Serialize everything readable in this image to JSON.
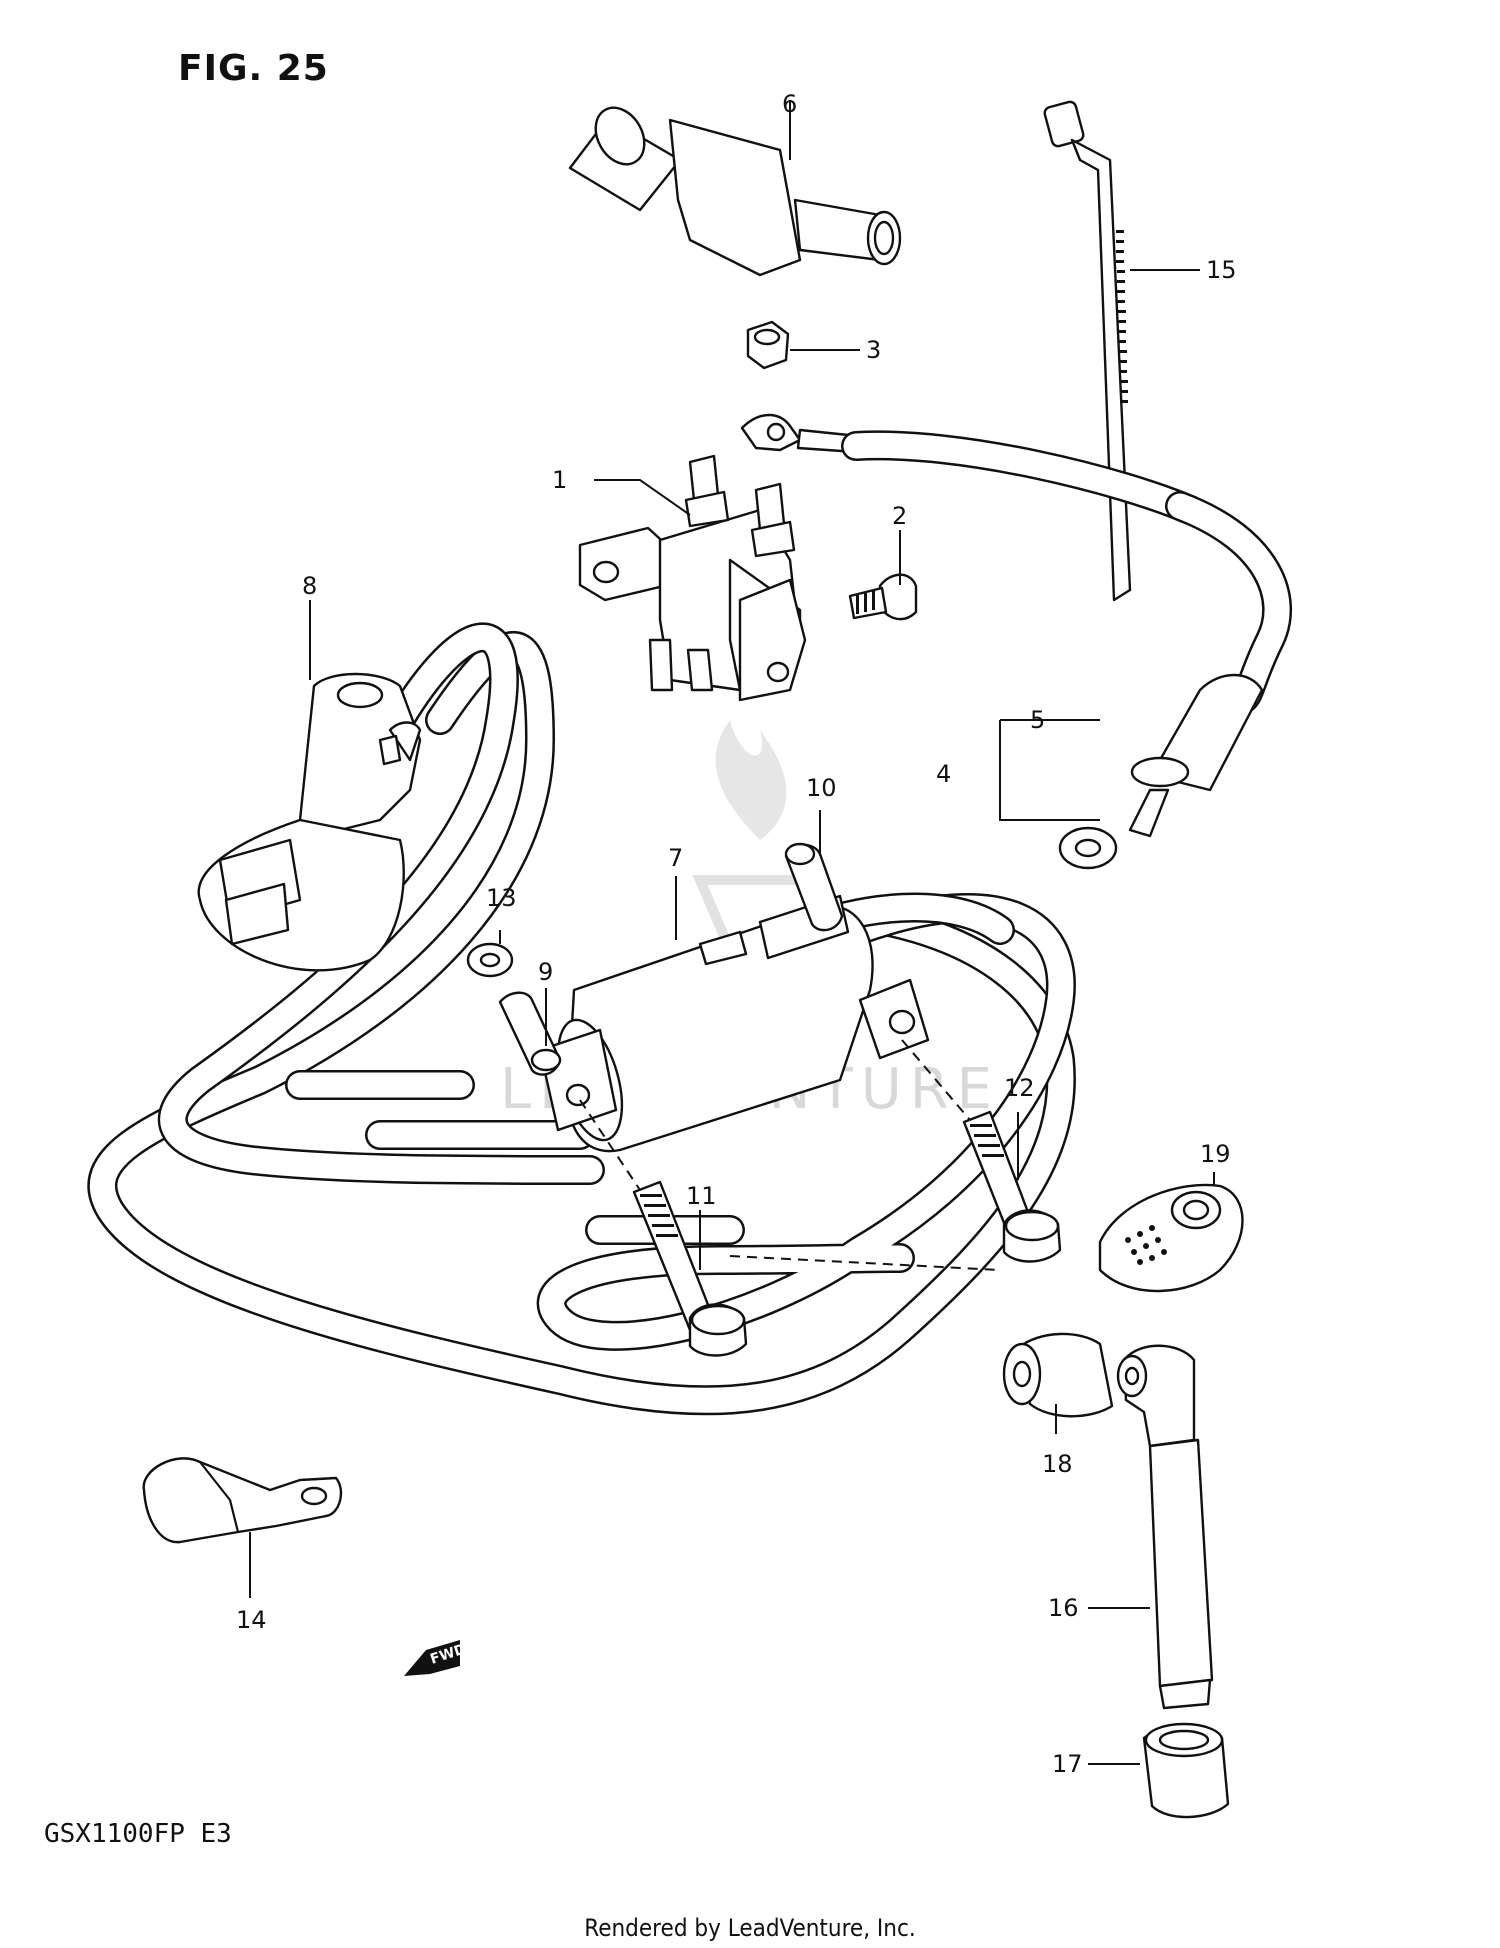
{
  "figure": {
    "title": "FIG. 25",
    "model": "GSX1100FP  E3",
    "footer": "Rendered by LeadVenture, Inc.",
    "watermark": "LEADVENTURE",
    "fwd_arrow_text": "FWD"
  },
  "callouts": [
    {
      "id": "1",
      "label": "1"
    },
    {
      "id": "2",
      "label": "2"
    },
    {
      "id": "3",
      "label": "3"
    },
    {
      "id": "4",
      "label": "4"
    },
    {
      "id": "5",
      "label": "5"
    },
    {
      "id": "6",
      "label": "6"
    },
    {
      "id": "7",
      "label": "7"
    },
    {
      "id": "8",
      "label": "8"
    },
    {
      "id": "9",
      "label": "9"
    },
    {
      "id": "10",
      "label": "10"
    },
    {
      "id": "11",
      "label": "11"
    },
    {
      "id": "12",
      "label": "12"
    },
    {
      "id": "13",
      "label": "13"
    },
    {
      "id": "14",
      "label": "14"
    },
    {
      "id": "15",
      "label": "15"
    },
    {
      "id": "16",
      "label": "16"
    },
    {
      "id": "17",
      "label": "17"
    },
    {
      "id": "18",
      "label": "18"
    },
    {
      "id": "19",
      "label": "19"
    }
  ],
  "colors": {
    "ink": "#111111",
    "paper": "#ffffff",
    "watermark": "#d8d8d8"
  }
}
